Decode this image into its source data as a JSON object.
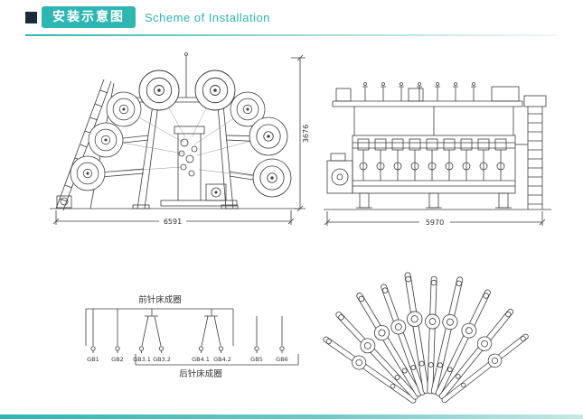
{
  "header": {
    "title_cn": "安装示意图",
    "title_en": "Scheme of Installation"
  },
  "side_view": {
    "width_dim": "6591",
    "height_dim": "3676"
  },
  "front_view": {
    "width_dim": "5970"
  },
  "guide_bars": {
    "front_label": "前针床成圈",
    "back_label": "后针床成圈",
    "labels": [
      "GB1",
      "GB2",
      "GB3.1",
      "GB3.2",
      "GB4.1",
      "GB4.2",
      "GB5",
      "GB6"
    ]
  },
  "colors": {
    "accent_teal": "#2eb6b3",
    "marker_dark": "#1c2b39",
    "line_color": "#3c3c3c"
  }
}
